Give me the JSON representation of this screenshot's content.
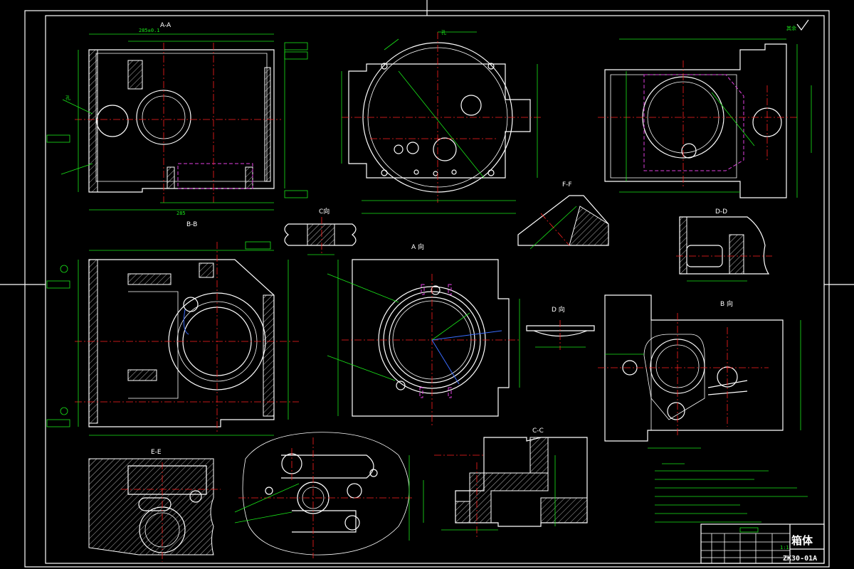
{
  "title_block": {
    "part_name": "箱体",
    "drawing_no": "ZK30-01A",
    "scale": "1:1"
  },
  "view_labels": {
    "a_a": "A-A",
    "b_b": "B-B",
    "c_c": "C-C",
    "d_d": "D-D",
    "e_e": "E-E",
    "f_f": "F-F",
    "a_view": "A 向",
    "b_view": "B 向",
    "d_view": "D 向"
  },
  "colors": {
    "outline": "#ffffff",
    "dimension": "#19e619",
    "centerline": "#ff2020",
    "hidden": "#e040e0",
    "leader": "#3a6cff"
  }
}
